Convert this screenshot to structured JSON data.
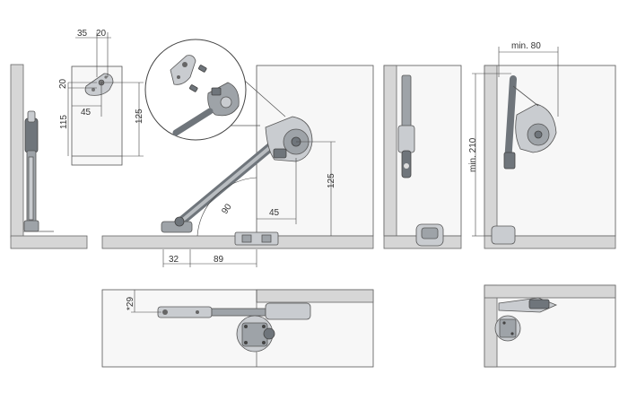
{
  "dimensions": {
    "top_left_35": "35",
    "top_left_20h": "20",
    "top_left_20v": "20",
    "top_left_115": "115",
    "top_left_45": "45",
    "top_left_125": "125",
    "main_45": "45",
    "main_125": "125",
    "main_angle": "90",
    "main_32": "32",
    "main_89": "89",
    "right_min80": "min. 80",
    "right_min210": "min. 210",
    "bottom_29": "*29"
  }
}
